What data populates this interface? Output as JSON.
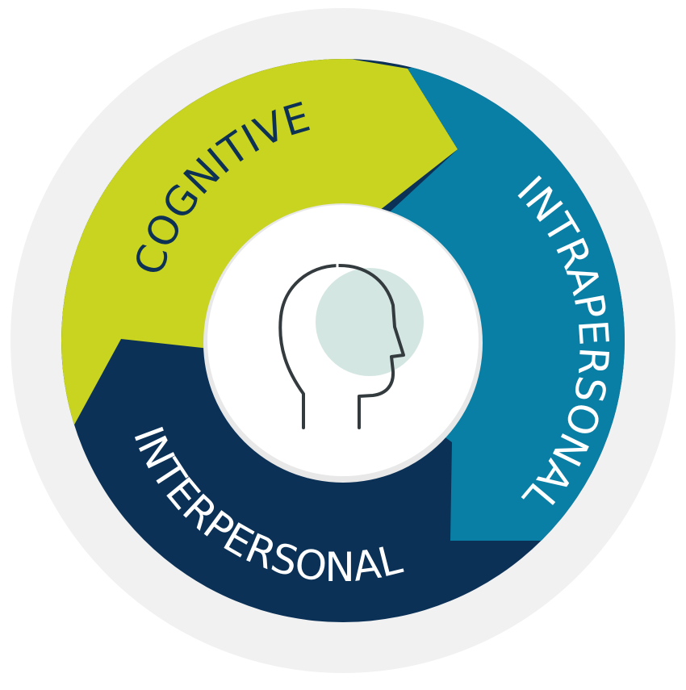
{
  "diagram": {
    "segments": [
      {
        "key": "cognitive",
        "label": "COGNITIVE",
        "color": "#c8d41f",
        "text_color": "#0d3155"
      },
      {
        "key": "intrapersonal",
        "label": "INTRAPERSONAL",
        "color": "#0a7fa5",
        "text_color": "#ffffff"
      },
      {
        "key": "interpersonal",
        "label": "INTERPERSONAL",
        "color": "#0b3157",
        "text_color": "#ffffff"
      }
    ],
    "center_icon": "human-head-profile-icon",
    "colors": {
      "outer_ring": "#f1f1f1",
      "center_disc": "#ffffff",
      "head_stroke": "#333b3f",
      "head_accent": "#c9e0da"
    }
  }
}
